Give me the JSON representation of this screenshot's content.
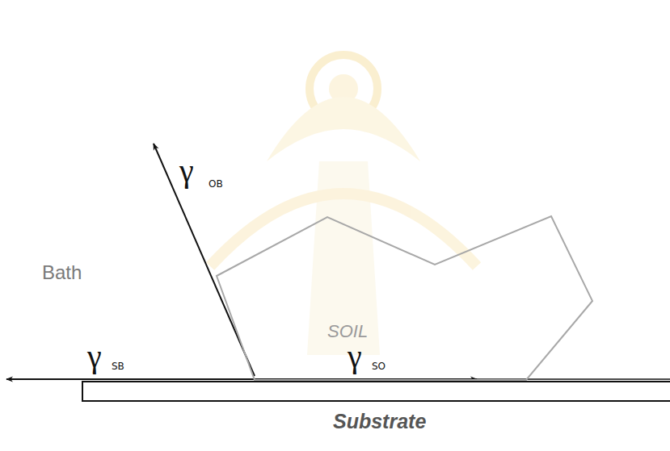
{
  "diagram": {
    "nodes": [
      {
        "text": [
          "SOIL"
        ]
      }
    ],
    "labels": [
      "Bath",
      "γ",
      "OB",
      "γ",
      "SB",
      "γ",
      "SO",
      "Substrate"
    ]
  }
}
